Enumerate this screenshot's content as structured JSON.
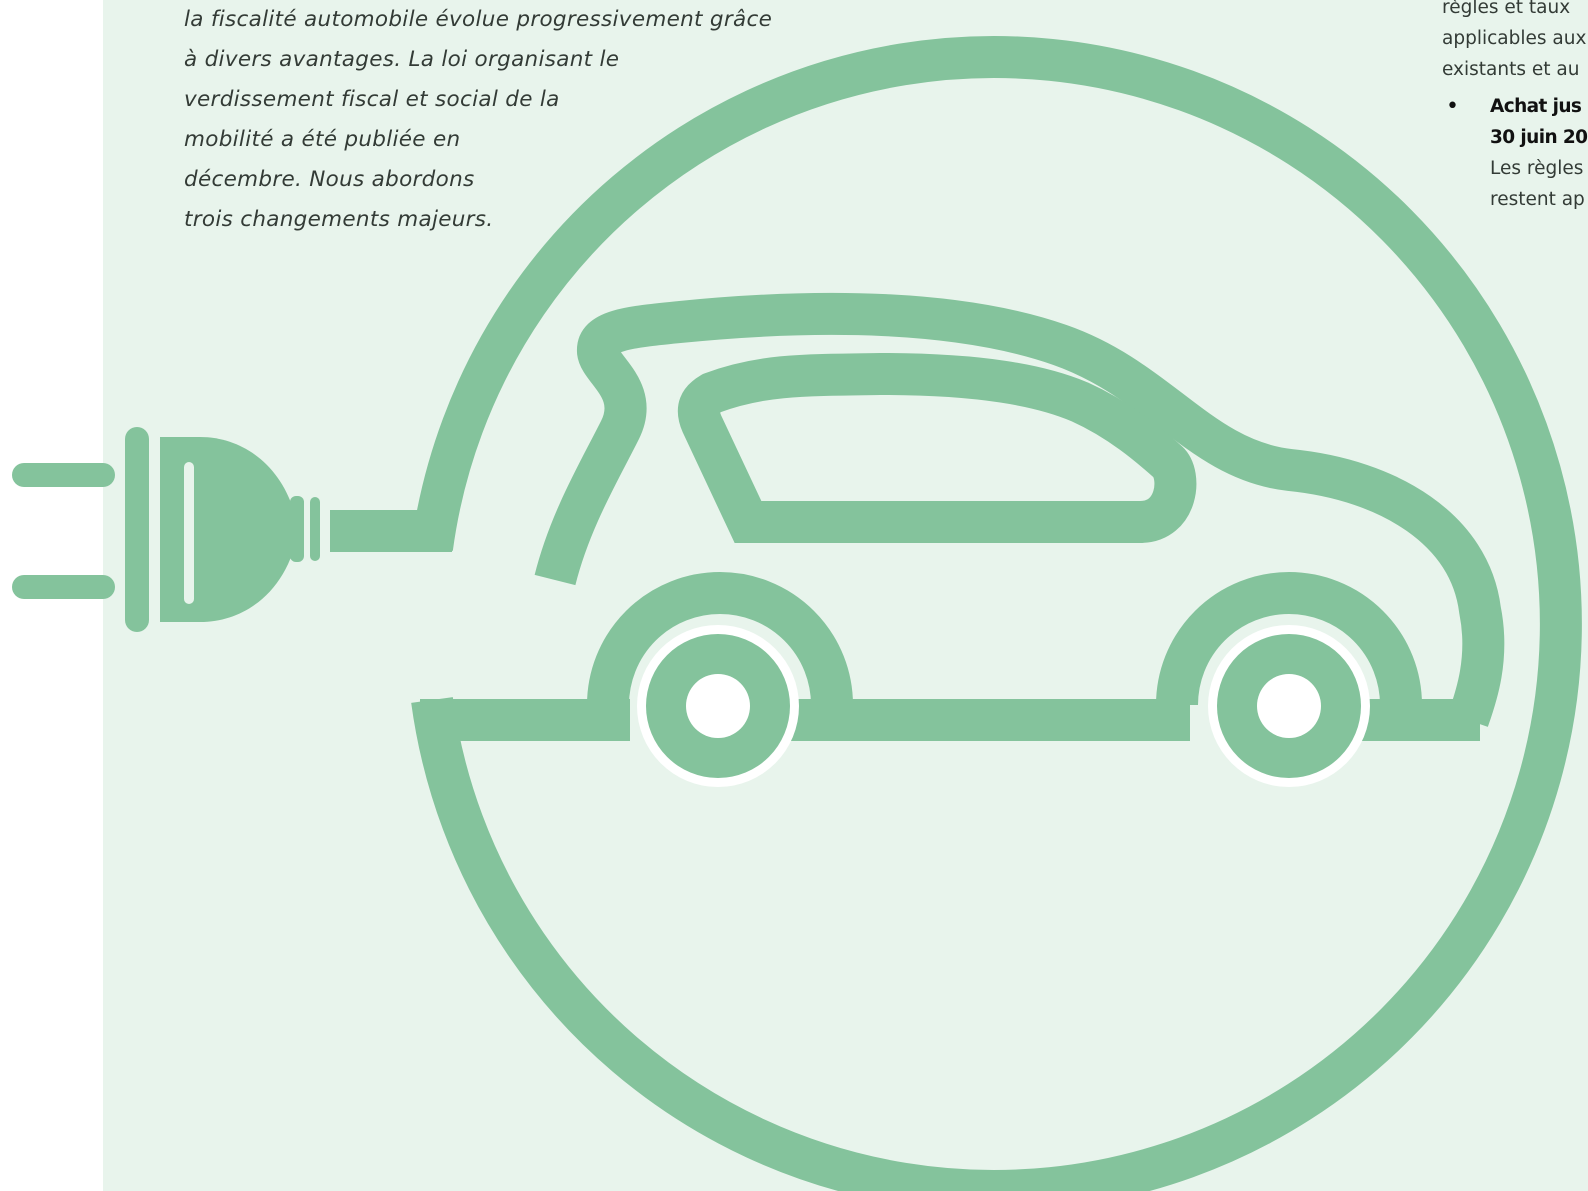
{
  "intro_lines": [
    "la fiscalité automobile évolue progressivement grâce",
    "à divers avantages. La loi organisant le",
    "verdissement fiscal et social de la",
    "mobilité a été publiée en",
    "décembre. Nous abordons",
    "trois changements majeurs."
  ],
  "sidebar": {
    "top_lines": [
      "règles et taux",
      "applicables aux",
      "existants et au"
    ],
    "bullet": {
      "title_lines": [
        "Achat jus",
        "30 juin 20"
      ],
      "text_lines": [
        "Les règles",
        "restent ap"
      ]
    }
  },
  "colors": {
    "panel_background": "#e8f4ec",
    "illustration_green": "#84c39c"
  },
  "illustration": {
    "icons": [
      "plug-icon",
      "electric-car-icon"
    ]
  }
}
